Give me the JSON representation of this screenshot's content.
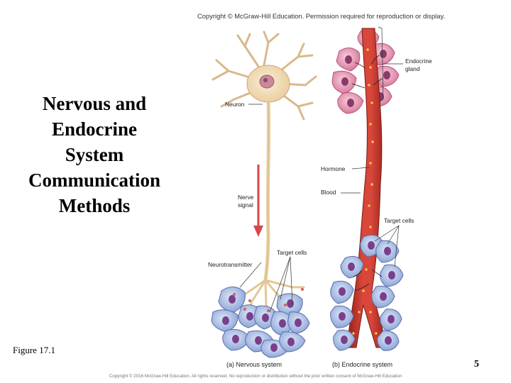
{
  "slide": {
    "title": "Nervous and\nEndocrine\nSystem\nCommunication\nMethods",
    "figure_label": "Figure 17.1",
    "page_number": "5",
    "footer": "Copyright © 2016 McGraw-Hill Education. All rights reserved. No reproduction or distribution without the prior written consent of McGraw-Hill Education"
  },
  "figure": {
    "copyright": "Copyright © McGraw-Hill Education. Permission required for reproduction or display.",
    "labels": {
      "neuron": "Neuron",
      "nerve_signal_1": "Nerve",
      "nerve_signal_2": "signal",
      "neurotransmitter": "Neurotransmitter",
      "target_cells_a": "Target cells",
      "endocrine_gland_1": "Endocrine",
      "endocrine_gland_2": "gland",
      "hormone": "Hormone",
      "blood": "Blood",
      "target_cells_b": "Target cells"
    },
    "captions": {
      "a": "(a) Nervous system",
      "b": "(b) Endocrine system"
    }
  },
  "colors": {
    "neuron_body": "#f4dfb8",
    "neuron_outline": "#c9a77a",
    "nucleus": "#c88a9a",
    "target_cell": "#a9bde3",
    "target_outline": "#5a6fa8",
    "cell_nucleus": "#7a3f8c",
    "gland_cell": "#e9a8c0",
    "vessel": "#c8352b",
    "hormone_dot": "#f2c14e",
    "arrow": "#d7464b"
  }
}
